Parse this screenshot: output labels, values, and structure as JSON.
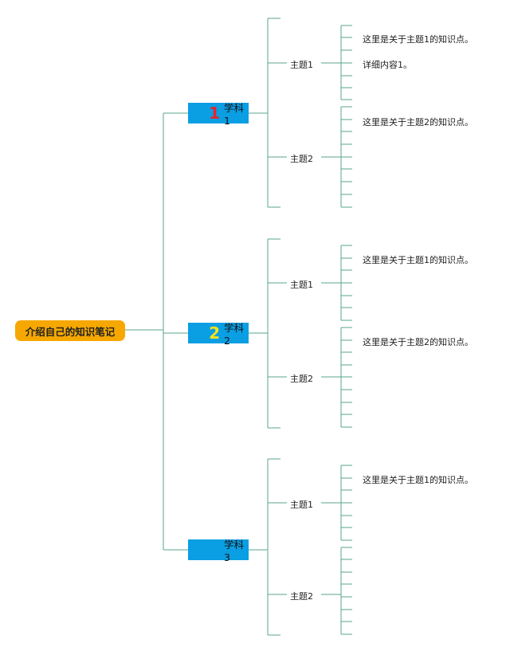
{
  "root": {
    "label": "介绍自己的知识笔记"
  },
  "subjects": [
    {
      "label": "学科1",
      "badge": "1",
      "badge_color": "#e5242b",
      "topics": [
        {
          "label": "主题1",
          "lines": [
            "这里是关于主题1的知识点。",
            "详细内容1。"
          ]
        },
        {
          "label": "主题2",
          "lines": [
            "这里是关于主题2的知识点。"
          ]
        }
      ]
    },
    {
      "label": "学科2",
      "badge": "2",
      "badge_color": "#f5e31a",
      "topics": [
        {
          "label": "主题1",
          "lines": [
            "这里是关于主题1的知识点。"
          ]
        },
        {
          "label": "主题2",
          "lines": [
            "这里是关于主题2的知识点。"
          ]
        }
      ]
    },
    {
      "label": "学科3",
      "badge": "",
      "badge_color": "",
      "topics": [
        {
          "label": "主题1",
          "lines": [
            "这里是关于主题1的知识点。"
          ]
        },
        {
          "label": "主题2",
          "lines": []
        }
      ]
    }
  ],
  "colors": {
    "connector": "#5aa58f",
    "root_fill": "#f6a800",
    "subject_fill": "#0a9ee3"
  }
}
